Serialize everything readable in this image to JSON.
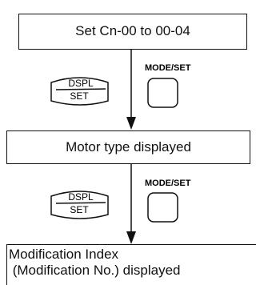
{
  "steps": [
    {
      "text": "Set Cn-00 to 00-04"
    },
    {
      "text": "Motor type displayed"
    },
    {
      "line1": "Modification Index",
      "line2": " (Modification No.) displayed"
    }
  ],
  "transitions": [
    {
      "key_top": "DSPL",
      "key_bottom": "SET",
      "button_label": "MODE/SET"
    },
    {
      "key_top": "DSPL",
      "key_bottom": "SET",
      "button_label": "MODE/SET"
    }
  ]
}
